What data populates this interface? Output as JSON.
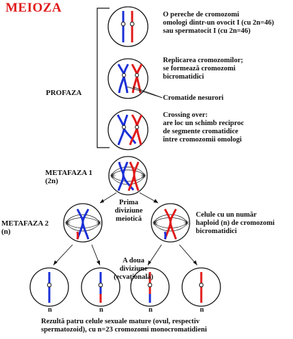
{
  "title": "MEIOZA",
  "stages": {
    "profaza": "PROFAZA",
    "metafaza1": "METAFAZA 1",
    "metafaza1_n": "(2n)",
    "metafaza2": "METAFAZA 2",
    "metafaza2_n": "(n)"
  },
  "descriptions": {
    "step1": [
      "O pereche de cromozomi",
      "omologi dintr-un ovocit I (cu 2n=46)",
      "sau spermatocit I (cu 2n=46)"
    ],
    "step2": [
      "Replicarea cromozomilor;",
      "se formează cromozomi",
      "bicromatidici"
    ],
    "cromatide": "Cromatide nesurori",
    "step3": [
      "Crossing over:",
      "are loc un schimb reciproc",
      "de segmente cromatidice",
      "între cromozomii omologi"
    ],
    "prima": [
      "Prima",
      "diviziune",
      "meiotică"
    ],
    "haploid": [
      "Celule cu un număr",
      "haploid (n) de cromozomi",
      "bicromatidici"
    ],
    "adoua": [
      "A doua",
      "diviziune",
      "(ecvațională)"
    ],
    "final": [
      "Rezultă patru celule sexuale mature (ovul, respectiv",
      "spermatozoid), cu n=23 cromozomi monocromatidieni"
    ]
  },
  "cell_labels": [
    "n",
    "n",
    "n",
    "n"
  ],
  "colors": {
    "red": "#e01a1a",
    "blue": "#1a2fd6",
    "outline": "#111111"
  }
}
